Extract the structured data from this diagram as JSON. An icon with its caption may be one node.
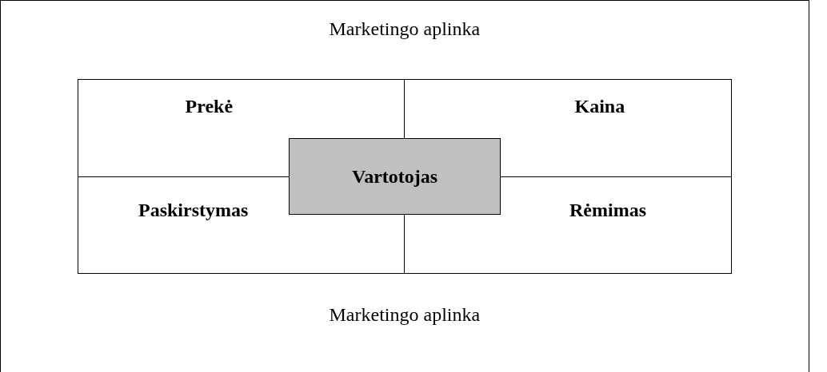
{
  "diagram": {
    "nodes": [
      {
        "text": [
          "Marketingo aplinka",
          "Marketingo aplinka"
        ]
      },
      {
        "text": [
          "Prekė"
        ],
        "in": 0
      },
      {
        "text": [
          "Kaina"
        ],
        "in": 0
      },
      {
        "text": [
          "Paskirstymas"
        ],
        "in": 0
      },
      {
        "text": [
          "Rėmimas"
        ],
        "in": 0
      },
      {
        "text": [
          "Vartotojas"
        ],
        "in": 0
      }
    ],
    "edges": []
  }
}
